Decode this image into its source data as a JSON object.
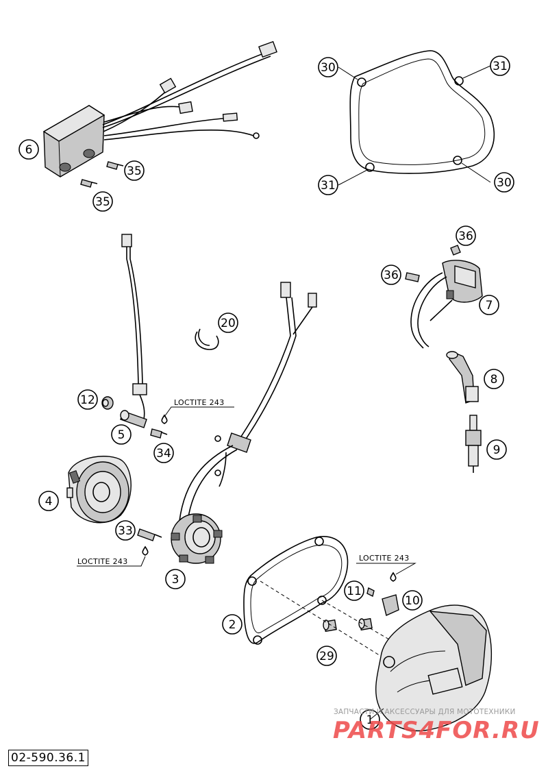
{
  "callouts": {
    "c1": "1",
    "c2": "2",
    "c3": "3",
    "c4": "4",
    "c5": "5",
    "c6": "6",
    "c7": "7",
    "c8": "8",
    "c9": "9",
    "c10": "10",
    "c11": "11",
    "c12": "12",
    "c20": "20",
    "c29": "29",
    "c30a": "30",
    "c30b": "30",
    "c31a": "31",
    "c31b": "31",
    "c33": "33",
    "c34": "34",
    "c35a": "35",
    "c35b": "35",
    "c36a": "36",
    "c36b": "36"
  },
  "loctite": {
    "l1": "LOCTITE 243",
    "l2": "LOCTITE 243",
    "l3": "LOCTITE 243"
  },
  "document_number": "02-590.36.1",
  "watermark": {
    "small_text": "ЗАПЧАСТИ И АКСЕССУАРЫ ДЛЯ МОТОТЕХНИКИ",
    "logo_text": "PARTS4FOR.RU"
  }
}
